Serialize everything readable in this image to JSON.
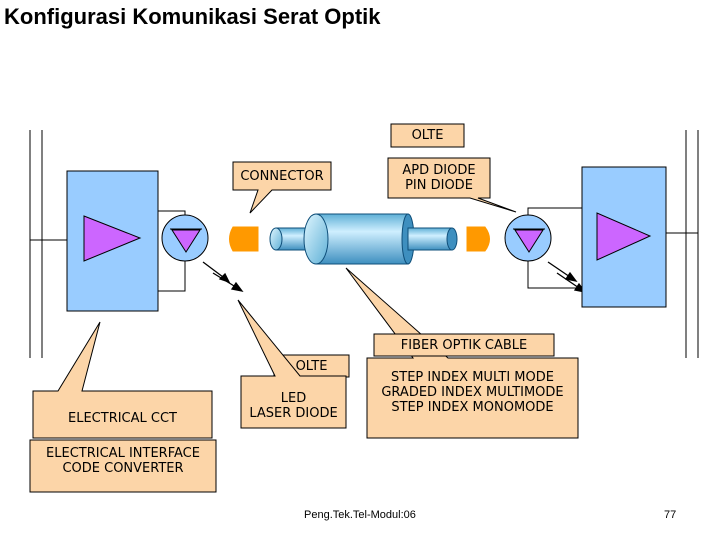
{
  "slide": {
    "title": "Konfigurasi Komunikasi Serat Optik",
    "footer": "Peng.Tek.Tel-Modul:06",
    "page_number": "77"
  },
  "callouts": {
    "olte_top": "OLTE",
    "apd": "APD DIODE\nPIN DIODE",
    "connector": "CONNECTOR",
    "olte_bottom": "OLTE",
    "led": "LED\nLASER DIODE",
    "fiber_title": "FIBER OPTIK CABLE",
    "fiber_types": "STEP INDEX MULTI MODE\nGRADED INDEX MULTIMODE\nSTEP INDEX MONOMODE",
    "electrical_cct": "ELECTRICAL CCT",
    "interface": "ELECTRICAL INTERFACE\nCODE CONVERTER"
  },
  "colors": {
    "callout_fill": "#FCD5A8",
    "box_fill": "#99CCFF",
    "triangle_fill": "#CC66FF",
    "connector_fill": "#FF9900",
    "cable_fill": "#7EC8E3"
  }
}
